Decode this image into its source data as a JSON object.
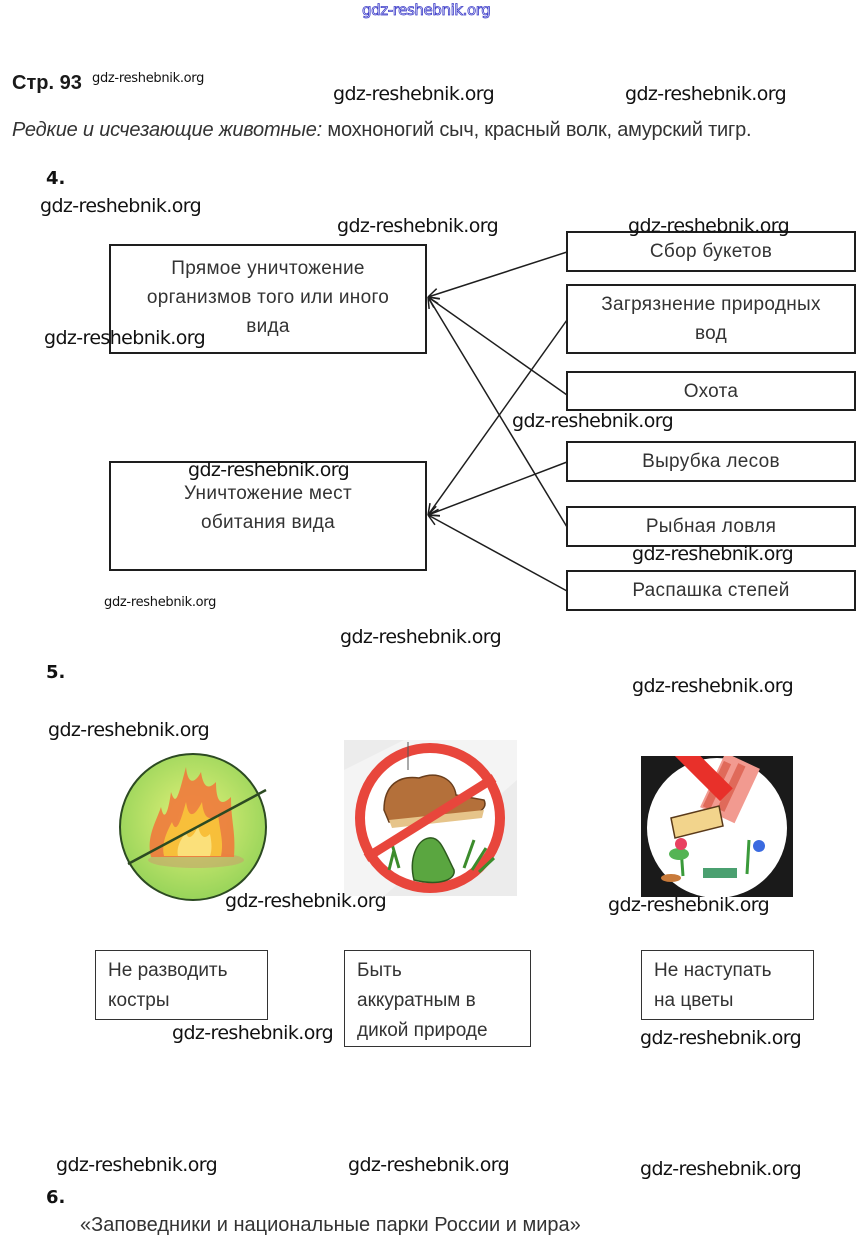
{
  "watermark": "gdz-reshebnik.org",
  "page": {
    "heading": "Стр. 93",
    "intro_italic": "Редкие и исчезающие животные:",
    "intro_rest": " мохноногий сыч, красный волк, амурский тигр."
  },
  "task4": {
    "number": "4.",
    "categories": [
      {
        "id": "direct",
        "label_lines": [
          "Прямое уничтожение",
          "организмов того или иного",
          "вида"
        ]
      },
      {
        "id": "habitat",
        "label_lines": [
          "Уничтожение мест",
          "обитания вида"
        ]
      }
    ],
    "factors": [
      {
        "label_lines": [
          "Сбор букетов"
        ],
        "links_to": "direct"
      },
      {
        "label_lines": [
          "Загрязнение природных",
          "вод"
        ],
        "links_to": "habitat"
      },
      {
        "label_lines": [
          "Охота"
        ],
        "links_to": "direct"
      },
      {
        "label_lines": [
          "Вырубка лесов"
        ],
        "links_to": "habitat"
      },
      {
        "label_lines": [
          "Рыбная ловля"
        ],
        "links_to": "direct"
      },
      {
        "label_lines": [
          "Распашка степей"
        ],
        "links_to": "habitat"
      }
    ]
  },
  "task5": {
    "number": "5.",
    "signs": [
      {
        "picture": "no-campfire-sign",
        "rule_lines": [
          "Не разводить",
          "костры"
        ]
      },
      {
        "picture": "no-harm-frog-sign",
        "rule_lines": [
          "Быть",
          "аккуратным в",
          "дикой природе"
        ]
      },
      {
        "picture": "no-trample-flowers-sign",
        "rule_lines": [
          "Не наступать",
          "на цветы"
        ]
      }
    ]
  },
  "task6": {
    "number": "6.",
    "text": "«Заповедники и национальные парки России и мира»"
  }
}
